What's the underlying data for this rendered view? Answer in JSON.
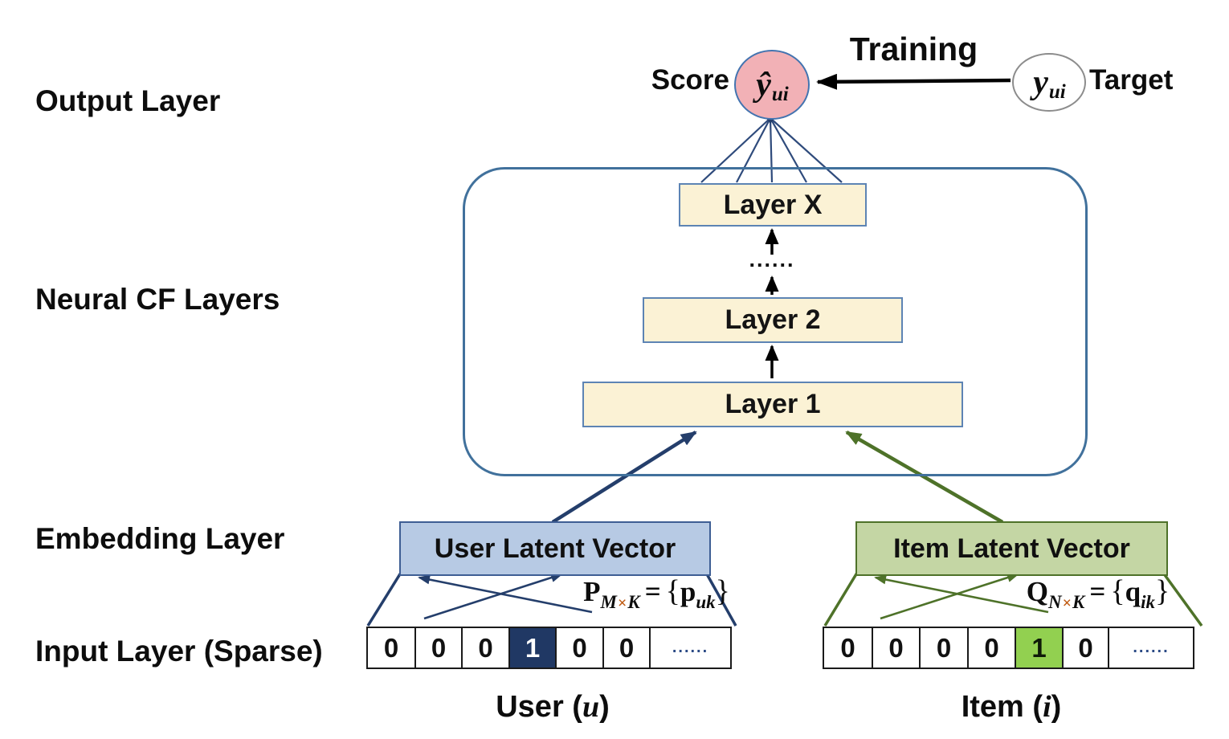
{
  "stage_labels": {
    "output": "Output Layer",
    "neural_cf": "Neural CF Layers",
    "embedding": "Embedding Layer",
    "input": "Input Layer (Sparse)"
  },
  "output_layer": {
    "score_label": "Score",
    "score_symbol": "ŷ",
    "score_sub": "ui",
    "training_label": "Training",
    "target_symbol": "y",
    "target_sub": "ui",
    "target_label": "Target"
  },
  "neural_cf": {
    "layer_x": "Layer X",
    "dots": "......",
    "layer_2": "Layer 2",
    "layer_1": "Layer 1"
  },
  "embedding": {
    "user_box_label": "User Latent Vector",
    "item_box_label": "Item Latent Vector",
    "user_formula": {
      "mat": "P",
      "sub_left": "M",
      "times": "×",
      "sub_right": "K",
      "eq": "=",
      "open": "{",
      "vec": "p",
      "vec_sub": "uk",
      "close": "}"
    },
    "item_formula": {
      "mat": "Q",
      "sub_left": "N",
      "times": "×",
      "sub_right": "K",
      "eq": "=",
      "open": "{",
      "vec": "q",
      "vec_sub": "ik",
      "close": "}"
    }
  },
  "input_layer": {
    "user_cells": [
      "0",
      "0",
      "0",
      "1",
      "0",
      "0",
      "......"
    ],
    "item_cells": [
      "0",
      "0",
      "0",
      "0",
      "1",
      "0",
      "......"
    ],
    "user_caption_prefix": "User (",
    "user_caption_var": "u",
    "user_caption_suffix": ")",
    "item_caption_prefix": "Item (",
    "item_caption_var": "i",
    "item_caption_suffix": ")"
  },
  "colors": {
    "score_node_fill": "#f2b1b6",
    "layer_box_fill": "#fbf2d5",
    "container_border": "#41719c",
    "user_accent": "#203864",
    "item_accent": "#4e7229",
    "item_hot_cell": "#92d050",
    "user_embed_fill": "#b7cae4",
    "item_embed_fill": "#c4d6a4"
  }
}
